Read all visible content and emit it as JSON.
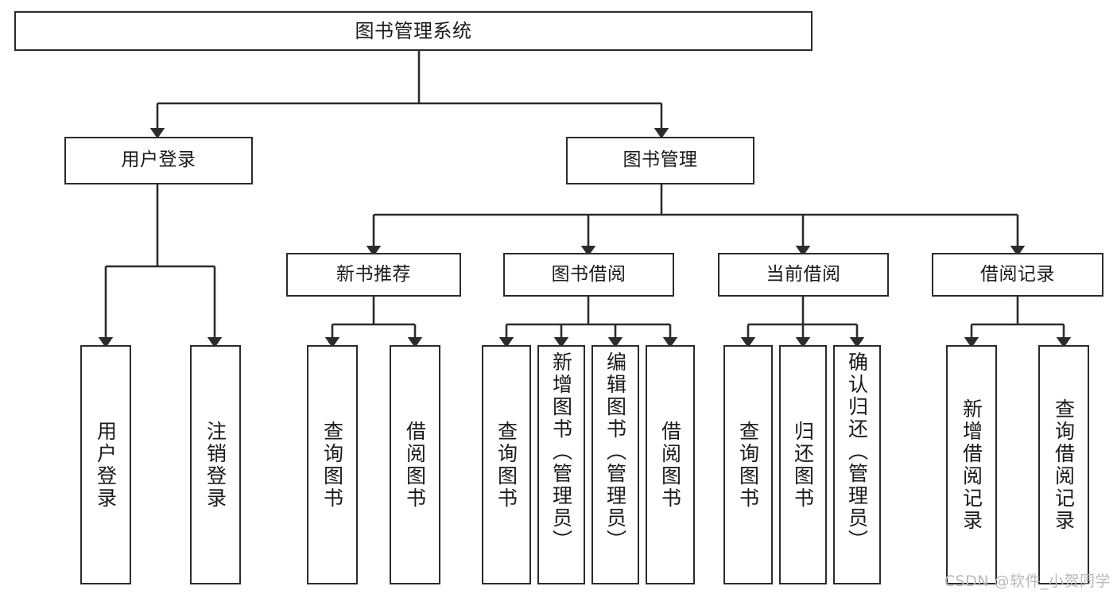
{
  "diagram": {
    "type": "tree-hierarchy",
    "title": "图书管理系统",
    "watermark": "CSDN @软件_小贺同学",
    "colors": {
      "stroke": "#2b2b2b",
      "fill": "#ffffff",
      "text": "#1a1a1a",
      "watermark": "#b9b9b9"
    },
    "nodes": {
      "root": {
        "label": "图书管理系统",
        "level": 0
      },
      "l1": [
        {
          "label": "用户登录",
          "level": 1
        },
        {
          "label": "图书管理",
          "level": 1
        }
      ],
      "l2": [
        {
          "label": "新书推荐",
          "level": 2
        },
        {
          "label": "图书借阅",
          "level": 2
        },
        {
          "label": "当前借阅",
          "level": 2
        },
        {
          "label": "借阅记录",
          "level": 2
        }
      ],
      "leaves": {
        "user_login": [
          {
            "label": "用户登录"
          },
          {
            "label": "注销登录"
          }
        ],
        "new_book_recommend": [
          {
            "label": "查询图书"
          },
          {
            "label": "借阅图书"
          }
        ],
        "book_borrow": [
          {
            "label": "查询图书"
          },
          {
            "label": "新增图书（管理员）"
          },
          {
            "label": "编辑图书（管理员）"
          },
          {
            "label": "借阅图书"
          }
        ],
        "current_borrow": [
          {
            "label": "查询图书"
          },
          {
            "label": "归还图书"
          },
          {
            "label": "确认归还（管理员）"
          }
        ],
        "borrow_record": [
          {
            "label": "新增借阅记录"
          },
          {
            "label": "查询借阅记录"
          }
        ]
      }
    }
  }
}
